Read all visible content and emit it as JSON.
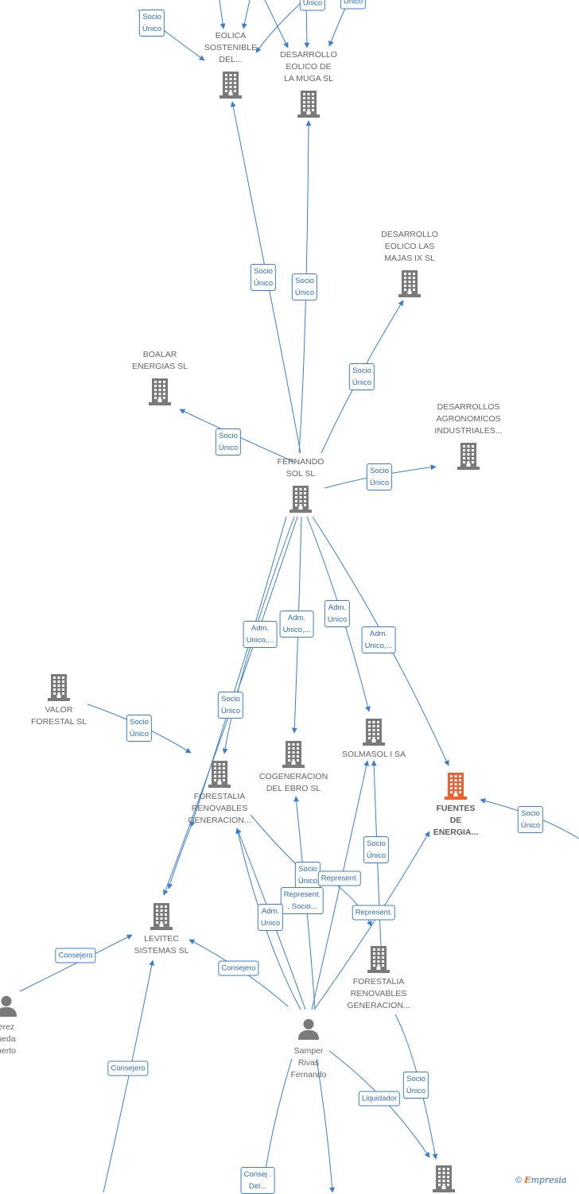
{
  "colors": {
    "edge": "#3a7fd5",
    "company_icon": "#7a7a7a",
    "focus_icon": "#f06030",
    "person_icon": "#7a7a7a",
    "label_text": "#666666"
  },
  "nodes": [
    {
      "id": "eolica",
      "label": "EOLICA\nSOSTENIBLE\nDEL...",
      "type": "company"
    },
    {
      "id": "desarrollo_muga",
      "label": "DESARROLLO\nEOLICO DE\nLA MUGA SL",
      "type": "company"
    },
    {
      "id": "majas",
      "label": "DESARROLLO\nEOLICO LAS\nMAJAS IX SL",
      "type": "company"
    },
    {
      "id": "boalar",
      "label": "BOALAR\nENERGIAS SL",
      "type": "company"
    },
    {
      "id": "agronomicos",
      "label": "DESARROLLOS\nAGRONOMICOS\nINDUSTRIALES...",
      "type": "company"
    },
    {
      "id": "fernando_sol",
      "label": "FERNANDO\nSOL SL",
      "type": "company"
    },
    {
      "id": "valor_forestal",
      "label": "VALOR\nFORESTAL SL",
      "type": "company"
    },
    {
      "id": "forestalia_a",
      "label": "FORESTALIA\nRENOVABLES\nGENERACION...",
      "type": "company"
    },
    {
      "id": "cogeneracion",
      "label": "COGENERACION\nDEL EBRO SL",
      "type": "company"
    },
    {
      "id": "solmasol",
      "label": "SOLMASOL I SA",
      "type": "company"
    },
    {
      "id": "fuentes",
      "label": "FUENTES\nDE\nENERGIA...",
      "type": "focus"
    },
    {
      "id": "levitec",
      "label": "LEVITEC\nSISTEMAS SL",
      "type": "company"
    },
    {
      "id": "forestalia_b",
      "label": "FORESTALIA\nRENOVABLES\nGENERACION...",
      "type": "company"
    },
    {
      "id": "samper",
      "label": "Samper\nRivas\nFernando",
      "type": "person"
    },
    {
      "id": "perez",
      "label": "erez\nueda\nberto",
      "type": "person"
    },
    {
      "id": "bottom_company",
      "label": "",
      "type": "company"
    }
  ],
  "edges": [
    {
      "label": "Socio\nÚnico"
    },
    {
      "label": "Único"
    },
    {
      "label": "Único"
    },
    {
      "label": "Socio\nÚnico"
    },
    {
      "label": "Socio\nÚnico"
    },
    {
      "label": "Socio\nÚnico"
    },
    {
      "label": "Socio\nÚnico"
    },
    {
      "label": "Socio\nÚnico"
    },
    {
      "label": "Adm.\nUnico,..."
    },
    {
      "label": "Adm.\nUnico,..."
    },
    {
      "label": "Adm.\nUnico"
    },
    {
      "label": "Adm.\nUnico,..."
    },
    {
      "label": "Socio\nÚnico"
    },
    {
      "label": "Socio\nÚnico"
    },
    {
      "label": "Socio\nÚnico"
    },
    {
      "label": "Socio\nÚnico"
    },
    {
      "label": "Socio\nÚnico"
    },
    {
      "label": "Represent."
    },
    {
      "label": "Represent.\n, Socio..."
    },
    {
      "label": "Adm.\nUnico"
    },
    {
      "label": "Represent."
    },
    {
      "label": "Consejero"
    },
    {
      "label": "Consejero"
    },
    {
      "label": "Consejero"
    },
    {
      "label": "Socio\nÚnico"
    },
    {
      "label": "Liquidador"
    },
    {
      "label": "Consej .\nDel..."
    },
    {
      "label": ""
    },
    {
      "label": ""
    },
    {
      "label": ""
    },
    {
      "label": ""
    },
    {
      "label": ""
    },
    {
      "label": ""
    },
    {
      "label": ""
    },
    {
      "label": ""
    },
    {
      "label": ""
    }
  ],
  "footer": {
    "copyright": "©",
    "brand_initial": "E",
    "brand_rest": "mpresia"
  }
}
